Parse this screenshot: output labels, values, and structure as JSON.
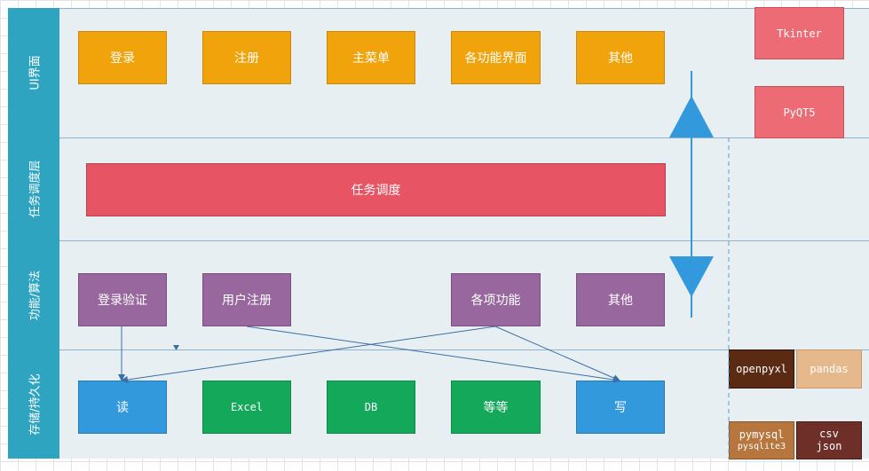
{
  "lanes": {
    "ui": "UI界面",
    "task": "任务调度层",
    "func": "功能/算法",
    "store": "存储/持久化"
  },
  "ui_boxes": {
    "login": "登录",
    "register": "注册",
    "main_menu": "主菜单",
    "feature_screens": "各功能界面",
    "other": "其他"
  },
  "task_box": "任务调度",
  "func_boxes": {
    "login_verify": "登录验证",
    "user_register": "用户注册",
    "features": "各项功能",
    "other": "其他"
  },
  "store_boxes": {
    "read": "读",
    "excel": "Excel",
    "db": "DB",
    "etc": "等等",
    "write": "写"
  },
  "libs": {
    "tkinter": "Tkinter",
    "pyqt5": "PyQT5",
    "openpyxl": "openpyxl",
    "pandas": "pandas",
    "pymysql": "pymysql",
    "pysqlite3": "pysqlite3",
    "csv": "csv",
    "json": "json"
  },
  "colors": {
    "lane_header": "#2ea4c0",
    "lane_bg": "#e8eff3",
    "ui_box": "#f0a30a",
    "task_box": "#e75464",
    "func_box": "#97679d",
    "store_blue": "#3399dd",
    "store_green": "#13a85a",
    "lib_pink": "#ec6b75",
    "arrow": "#3399dd"
  }
}
